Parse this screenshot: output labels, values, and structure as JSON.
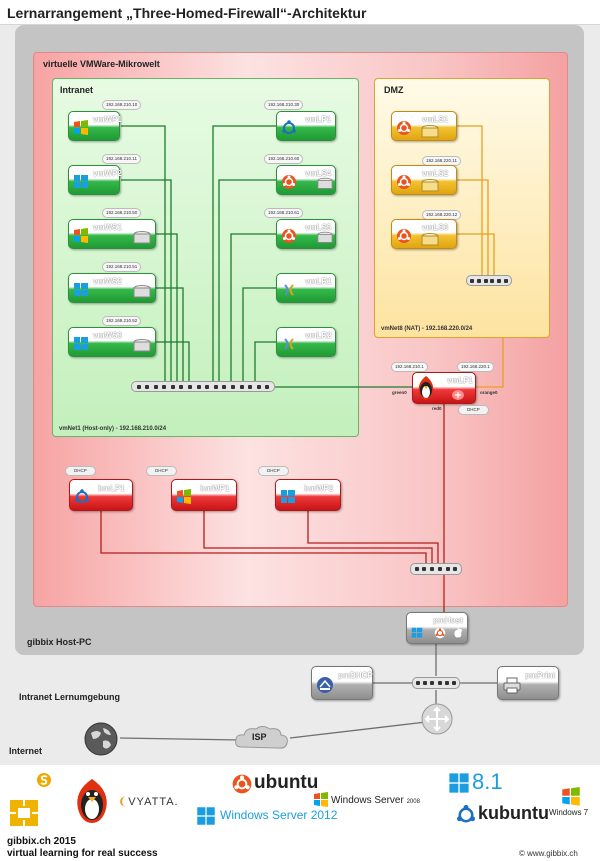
{
  "title": "Lernarrangement „Three-Homed-Firewall“-Architektur",
  "zones": {
    "host": "gibbix Host-PC",
    "vmworld": "virtuelle VMWare-Mikrowelt",
    "intranet": "Intranet",
    "dmz": "DMZ",
    "lernumgebung": "Intranet Lernumgebung",
    "internet": "Internet"
  },
  "networks": {
    "vmnet1": "vmNet1 (Host-only) - 192.168.210.0/24",
    "vmnet8": "vmNet8 (NAT) - 192.168.220.0/24"
  },
  "intranet_left": [
    {
      "name": "vmWP1",
      "ip": "192.168.210.10",
      "icon": "windows-7-icon"
    },
    {
      "name": "vmWP2",
      "ip": "192.168.210.11",
      "icon": "windows-8-icon"
    },
    {
      "name": "vmWS1",
      "ip": "192.168.210.50",
      "icon": "windows-server-2008-icon"
    },
    {
      "name": "vmWS2",
      "ip": "192.168.210.51",
      "icon": "windows-server-2012-icon"
    },
    {
      "name": "vmWS3",
      "ip": "192.168.210.52",
      "icon": "windows-server-2012-icon"
    }
  ],
  "intranet_right": [
    {
      "name": "vmLP1",
      "ip": "192.168.210.30",
      "icon": "kubuntu-icon"
    },
    {
      "name": "vmLS4",
      "ip": "192.168.210.60",
      "icon": "ubuntu-icon"
    },
    {
      "name": "vmLS5",
      "ip": "192.168.210.61",
      "icon": "ubuntu-icon"
    },
    {
      "name": "vmLR1",
      "ip": "",
      "icon": "vyatta-icon"
    },
    {
      "name": "vmLR2",
      "ip": "",
      "icon": "vyatta-icon"
    }
  ],
  "dmz_nodes": [
    {
      "name": "vmLS1",
      "ip": "",
      "icon": "ubuntu-icon"
    },
    {
      "name": "vmLS2",
      "ip": "192.168.220.11",
      "icon": "ubuntu-icon"
    },
    {
      "name": "vmLS3",
      "ip": "192.168.220.12",
      "icon": "ubuntu-icon"
    }
  ],
  "firewall": {
    "name": "vmLF1",
    "ip_green": "192.168.210.1",
    "ip_orange": "192.168.220.1",
    "if_green": "green0",
    "if_orange": "orange0",
    "if_red": "red0",
    "dhcp": "DHCP"
  },
  "bare_metal": [
    {
      "name": "bmLP1",
      "dhcp": "DHCP",
      "icon": "kubuntu-icon"
    },
    {
      "name": "bmWP1",
      "dhcp": "DHCP",
      "icon": "windows-7-icon"
    },
    {
      "name": "bmWP2",
      "dhcp": "DHCP",
      "icon": "windows-8-icon"
    }
  ],
  "physical": {
    "host": "pmHost",
    "dhcp": "pmDHCP",
    "print": "pmPrint",
    "isp": "ISP"
  },
  "footer": {
    "line1": "gibbix.ch 2015",
    "line2": "virtual learning for real success",
    "copyright": "© www.gibbix.ch",
    "logos": {
      "ubuntu": "ubuntu",
      "vyatta": "VYATTA.",
      "ws2012": "Windows Server 2012",
      "ws2008": "Windows Server",
      "ws2008_year": "2008",
      "win81": "8.1",
      "kubuntu": "kubuntu",
      "win7": "Windows 7"
    }
  },
  "colors": {
    "vm_green": "#2e9d40",
    "vm_yellow": "#e8b020",
    "vm_red": "#d41e1e",
    "intranet_bg": "#cdf3c6",
    "dmz_bg": "#fde7aa",
    "vmworld_bg": "#fbc8c8",
    "link_green": "#1f7a2e",
    "link_orange": "#e8a020",
    "link_red": "#b41e1e"
  }
}
